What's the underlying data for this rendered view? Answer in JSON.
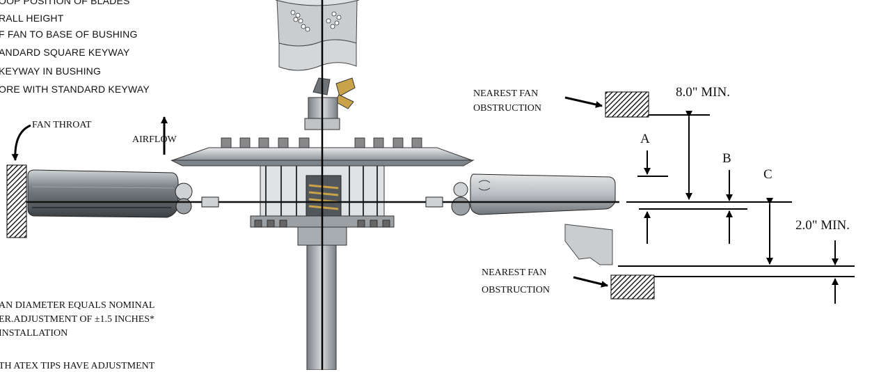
{
  "legend": {
    "lines": [
      "OOP POSITION OF BLADES",
      "RALL HEIGHT",
      "F FAN TO BASE OF BUSHING",
      "ANDARD SQUARE KEYWAY",
      "KEYWAY IN BUSHING",
      "ORE WITH STANDARD KEYWAY"
    ]
  },
  "labels": {
    "fan_throat": "FAN THROAT",
    "airflow": "AIRFLOW",
    "nearest_top_1": "NEAREST FAN",
    "nearest_top_2": "OBSTRUCTION",
    "nearest_bottom_1": "NEAREST FAN",
    "nearest_bottom_2": "OBSTRUCTION",
    "dim_8": "8.0\" MIN.",
    "dim_2": "2.0\" MIN.",
    "dim_a": "A",
    "dim_b": "B",
    "dim_c": "C"
  },
  "notes": {
    "line1": "AN DIAMETER EQUALS NOMINAL",
    "line2": "ER.ADJUSTMENT OF ±1.5 INCHES*",
    "line3": " INSTALLATION",
    "line4": "TH ATEX TIPS HAVE ADJUSTMENT"
  }
}
